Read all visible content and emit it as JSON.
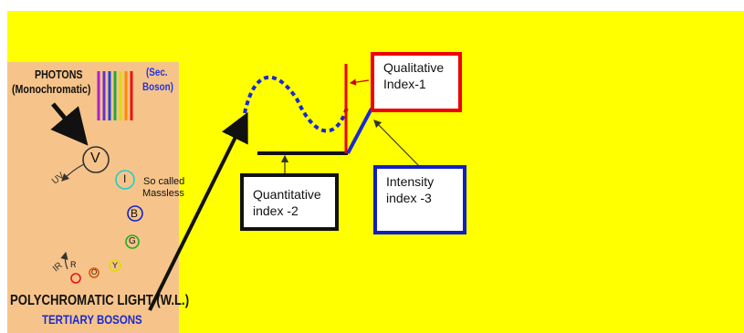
{
  "left_panel": {
    "photons": "PHOTONS",
    "monochromatic": "(Monochromatic)",
    "sec": "(Sec.",
    "boson": "Boson)",
    "circle_v": "V",
    "circle_i": "I",
    "circle_b": "B",
    "circle_g": "G",
    "circle_y": "Y",
    "circle_o": "O",
    "circle_r": "R",
    "uv": "UV",
    "ir": "IR",
    "so_called": "So called",
    "massless": "Massless",
    "polychromatic": "POLYCHROMATIC LIGHT (W.L.)",
    "tertiary": "TERTIARY BOSONS"
  },
  "labels": {
    "qualitative_1": "Qualitative",
    "qualitative_2": "Index-1",
    "quantitative_1": "Quantitative",
    "quantitative_2": "index -2",
    "intensity_1": "Intensity",
    "intensity_2": "index -3"
  },
  "colors": {
    "background": "#ffff00",
    "panel": "#f6c48a",
    "qualitative_border": "#ee0000",
    "intensity_border": "#1020c0",
    "tertiary_text": "#1a2ad0",
    "sec_boson_text": "#2233dd",
    "spectrum": [
      "#aa22cc",
      "#6633cc",
      "#2244dd",
      "#22aa44",
      "#dddd00",
      "#ff8800",
      "#ee1111"
    ]
  }
}
